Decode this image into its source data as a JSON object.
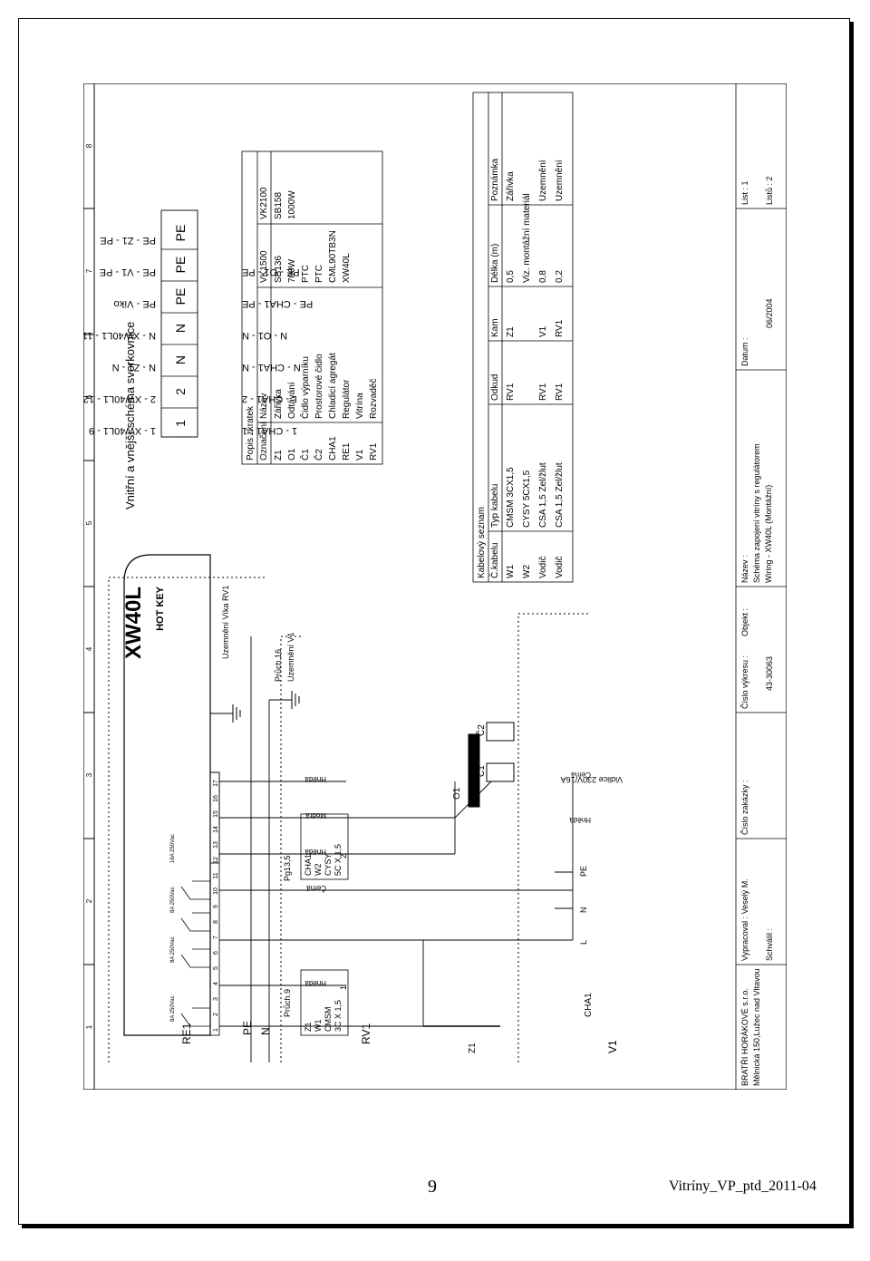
{
  "page": {
    "number": "9",
    "doc_code": "Vitríny_VP_ptd_2011-04"
  },
  "frame": {
    "columns": [
      "1",
      "2",
      "3",
      "4",
      "5",
      "6",
      "7",
      "8"
    ]
  },
  "title": "Vnitřní a vnější schéma svorkovnice",
  "controller": {
    "logo": "XW40L",
    "hotkey": "HOT KEY",
    "terminals": [
      "1",
      "2",
      "3",
      "4",
      "5",
      "6",
      "7",
      "8",
      "9",
      "10",
      "11",
      "12",
      "13",
      "14",
      "15",
      "16",
      "17"
    ],
    "relay_labels": [
      "8A 250Vac",
      "8A 250Vac",
      "8A 250Vac",
      "16A 250Vac"
    ]
  },
  "left_labels": {
    "re1": "RE1",
    "rv1": "RV1",
    "v1": "V1",
    "pe": "PE",
    "n": "N"
  },
  "wire_labels": {
    "hneda1": "Hnědá",
    "cerna1": "Černá",
    "hneda2": "Hnědá",
    "modra": "Modrá",
    "hneda3": "Hnědá",
    "hneda4": "Hnědá",
    "cerna2": "Černá"
  },
  "ground_labels": {
    "uzemneni_vika": "Uzemnění Víka RV1",
    "pruch16": "Průch.16",
    "uzemneni_v1": "Uzemnění V1"
  },
  "glands": {
    "pruch9": "Průch.9",
    "pg13": "Pg13,5"
  },
  "cable_tags": {
    "a": [
      "Z1",
      "W1",
      "CMSM",
      "3C X 1,5"
    ],
    "b": [
      "CHA1",
      "W2",
      "CYSY",
      "5C X 1,5"
    ]
  },
  "components": {
    "z1": "Z1",
    "o1": "O1",
    "c1": "Č1",
    "c2": "Č2",
    "cha1": "CHA1"
  },
  "pins": {
    "one": "1",
    "two": "2",
    "l": "L",
    "n": "N",
    "pe": "PE",
    "plug": "Vidlice 230V/16A"
  },
  "terminal_block": {
    "upper": [
      "1 - XW40L1 - 9",
      "2 - XW40L1 - 12",
      "N - Z1 - N",
      "N - XW40L1 - 11",
      "PE - Víko",
      "PE - V1 - PE",
      "PE - Z1 - PE"
    ],
    "cells": [
      "1",
      "2",
      "N",
      "N",
      "PE",
      "PE",
      "PE"
    ],
    "lower": [
      "1 - CHA1 - 1",
      "L - CHA1 - 2",
      "N - CHA1 - N",
      "N - O1 - N",
      "PE - CHA1 - PE",
      "PE - O1 - PE"
    ]
  },
  "abbrev_table": {
    "title": "Popis zkratek",
    "headers": [
      "Označení",
      "Název",
      "VK1500",
      "VK2100"
    ],
    "rows": [
      [
        "Z1",
        "Zářivka",
        "SB136",
        "SB158"
      ],
      [
        "O1",
        "Odtávání",
        "700W",
        "1000W"
      ],
      [
        "Č1",
        "Čidlo výparníku",
        "PTC",
        ""
      ],
      [
        "Č2",
        "Prostorové čidlo",
        "PTC",
        ""
      ],
      [
        "CHA1",
        "Chladicí agregát",
        "CML90TB3N",
        ""
      ],
      [
        "RE1",
        "Regulátor",
        "XW40L",
        ""
      ],
      [
        "V1",
        "Vitrína",
        "",
        ""
      ],
      [
        "RV1",
        "Rozvaděč",
        "",
        ""
      ]
    ]
  },
  "cable_table": {
    "title": "Kabelový seznam",
    "headers": [
      "Č.kabelu",
      "Typ kabelu",
      "Odkud",
      "Kam",
      "Délka (m)",
      "Poznámka"
    ],
    "rows": [
      [
        "W1",
        "CMSM 3CX1,5",
        "RV1",
        "Z1",
        "0,5",
        "Zářivka"
      ],
      [
        "W2",
        "CYSY 5CX1,5",
        "",
        "",
        "Viz. montážní materiál",
        ""
      ],
      [
        "Vodič",
        "CSA 1,5 Zel/žlut",
        "RV1",
        "V1",
        "0,8",
        "Uzemnění"
      ],
      [
        "Vodič",
        "CSA 1,5 Zel/žlut",
        "RV1",
        "RV1",
        "0,2",
        "Uzemnění"
      ]
    ]
  },
  "title_block": {
    "company": "BRATŘI HORÁKOVÉ s.r.o.",
    "address": "Mělnická 150,Lužec nad Vltavou",
    "vypracoval": "Vypracoval : Veselý M.",
    "schvalil": "Schválil :",
    "cislo_zakazky": "Číslo zakázky :",
    "cislo_vykresu": "Číslo výkresu :",
    "vykres_no": "43-30063",
    "objekt": "Objekt :",
    "nazev": "Název :",
    "nazev_line1": "Schéma zapojení vitríny s regulátorem",
    "nazev_line2": "Wiring - XW40L (Montážní)",
    "datum": "Datum :",
    "datum_val": "06/2004",
    "list": "List : 1",
    "listu": "Listů : 2"
  }
}
